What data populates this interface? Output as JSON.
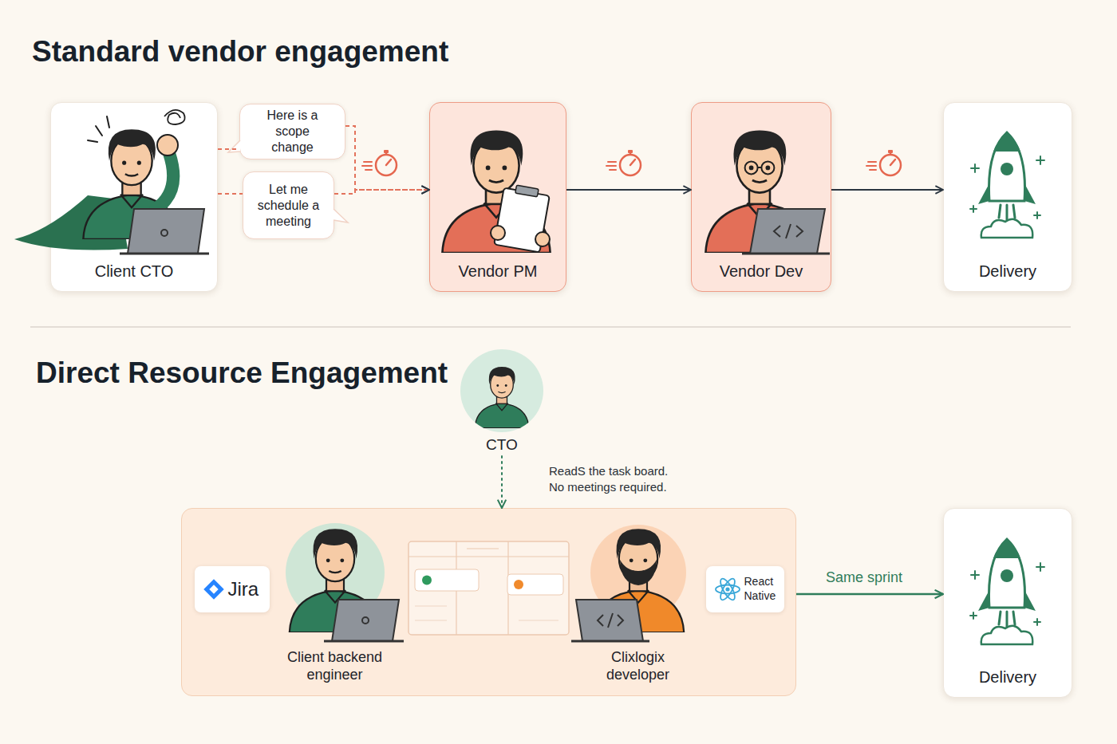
{
  "diagram": {
    "nodes": [
      {
        "text": [
          "Client CTO"
        ]
      },
      {
        "text": [
          "Here is a scope change"
        ]
      },
      {
        "text": [
          "Let me schedule a meeting"
        ]
      },
      {
        "text": [
          "Vendor PM"
        ]
      },
      {
        "text": [
          "Vendor Dev"
        ]
      },
      {
        "text": [
          "Delivery"
        ]
      },
      {
        "text": [
          "CTO"
        ]
      },
      {
        "text": []
      },
      {
        "text": [
          "Jira"
        ],
        "in": 7
      },
      {
        "text": [
          "Client backend engineer"
        ],
        "in": 7
      },
      {
        "text": [
          "Clixlogix developer"
        ],
        "in": 7
      },
      {
        "text": [
          "React Native"
        ],
        "in": 7
      },
      {
        "text": [
          "Delivery"
        ]
      }
    ],
    "edges": [
      {
        "from": 0,
        "to": 1,
        "arrow": "none"
      },
      {
        "from": 0,
        "to": 2,
        "arrow": "none"
      },
      {
        "from": 1,
        "to": 3,
        "arrow": "to"
      },
      {
        "from": 2,
        "to": 3,
        "arrow": "to"
      },
      {
        "from": 3,
        "to": 4,
        "arrow": "to"
      },
      {
        "from": 4,
        "to": 5,
        "arrow": "to"
      },
      {
        "from": 6,
        "to": 7,
        "arrow": "to",
        "label": "ReadS the task board. No meetings required."
      },
      {
        "from": 7,
        "to": 12,
        "arrow": "to",
        "label": "Same sprint"
      }
    ],
    "labels": [
      "Standard vendor engagement",
      "Direct Resource Engagement"
    ]
  }
}
